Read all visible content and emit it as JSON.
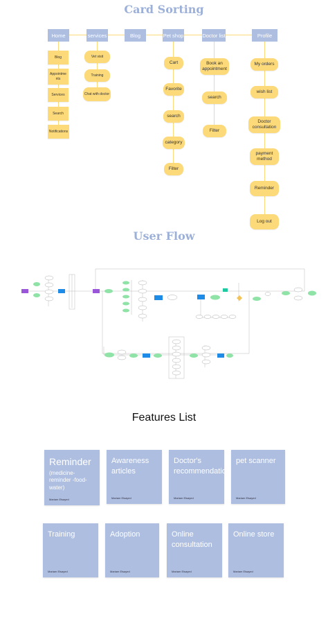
{
  "card_sorting": {
    "title": "Card Sorting",
    "columns": [
      {
        "header": "Home",
        "items": [
          "Blog",
          "Appointme nts",
          "Services",
          "Search",
          "Notifications"
        ]
      },
      {
        "header": "services",
        "items": [
          "Vet visit",
          "Training",
          "Chat with doctor"
        ]
      },
      {
        "header": "Blog",
        "items": []
      },
      {
        "header": "Pet shop",
        "items": [
          "Cart",
          "Favorite",
          "search",
          "category",
          "Filter"
        ]
      },
      {
        "header": "Doctor list",
        "items": [
          "Book an appointment",
          "search",
          "Filter"
        ]
      },
      {
        "header": "Profile",
        "items": [
          "My orders",
          "wish list",
          "Doctor consultation",
          "payment method",
          "Reminder",
          "Log out"
        ]
      }
    ]
  },
  "user_flow": {
    "title": "User Flow"
  },
  "features": {
    "title": "Features List",
    "cards": [
      {
        "title": "Reminder",
        "subtitle": "(medicine-reminder -food-water)",
        "author": "Mariam Elsayed"
      },
      {
        "title": "Awareness articles",
        "subtitle": "",
        "author": "Mariam Elsayed"
      },
      {
        "title": "Doctor's recommendation",
        "subtitle": "",
        "author": "Mariam Elsayed"
      },
      {
        "title": "pet scanner",
        "subtitle": "",
        "author": "Mariam Elsayed"
      },
      {
        "title": "Training",
        "subtitle": "",
        "author": "Mariam Elsayed"
      },
      {
        "title": "Adoption",
        "subtitle": "",
        "author": "Mariam Elsayed"
      },
      {
        "title": "Online consultation",
        "subtitle": "",
        "author": "Mariam Elsayed"
      },
      {
        "title": "Online store",
        "subtitle": "",
        "author": "Mariam Elsayed"
      }
    ]
  },
  "colors": {
    "nav": "#aebee0",
    "sticky": "#fcd979",
    "card": "#aebee0",
    "title": "#9db0d8"
  }
}
